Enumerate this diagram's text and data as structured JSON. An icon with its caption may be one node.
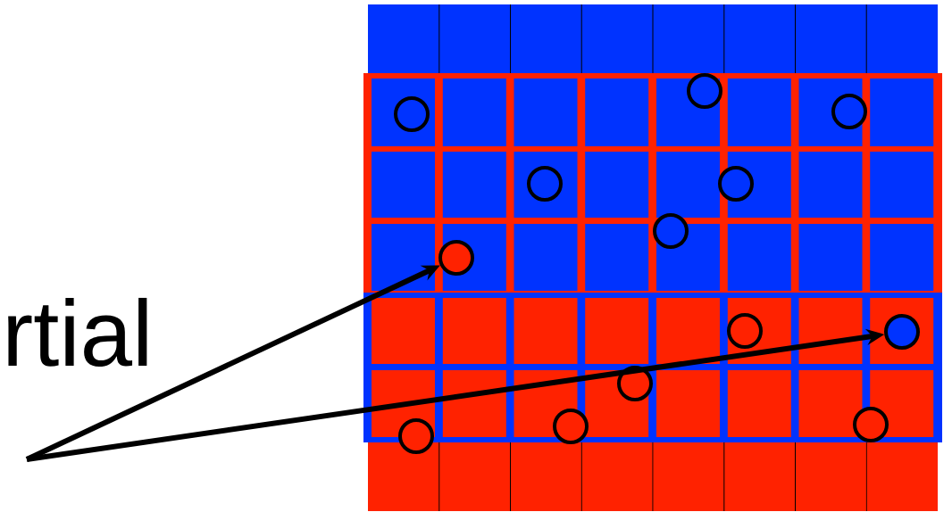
{
  "diagram": {
    "nodes": [
      {
        "text": [],
        "shape": "circle"
      },
      {
        "text": [],
        "shape": "circle"
      },
      {
        "text": [],
        "shape": "circle"
      },
      {
        "text": [],
        "shape": "circle"
      },
      {
        "text": [],
        "shape": "circle"
      },
      {
        "text": [],
        "shape": "circle"
      },
      {
        "text": [],
        "shape": "circle"
      },
      {
        "text": [],
        "shape": "circle"
      },
      {
        "text": [],
        "shape": "circle"
      },
      {
        "text": [],
        "shape": "circle"
      },
      {
        "text": [],
        "shape": "circle"
      },
      {
        "text": [],
        "shape": "circle"
      },
      {
        "text": [],
        "shape": "circle"
      }
    ],
    "edges": [
      {
        "from": null,
        "to": 6,
        "arrow": "to"
      },
      {
        "from": null,
        "to": 8,
        "arrow": "to"
      }
    ],
    "labels": [
      "rtial"
    ]
  }
}
